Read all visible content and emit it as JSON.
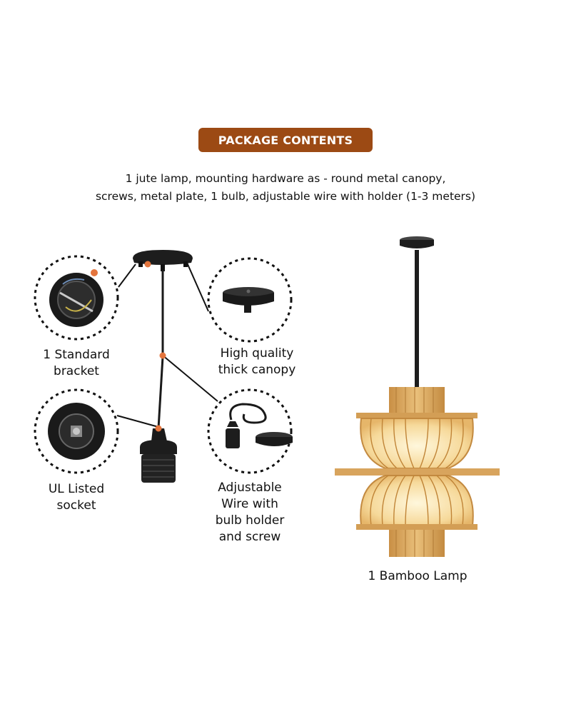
{
  "header": {
    "title": "PACKAGE CONTENTS"
  },
  "description": {
    "line1": "1 jute lamp, mounting hardware as - round metal canopy,",
    "line2": "screws, metal plate, 1 bulb, adjustable wire with holder (1-3 meters)"
  },
  "items": {
    "bracket": {
      "line1": "1 Standard",
      "line2": "bracket"
    },
    "canopy": {
      "line1": "High quality",
      "line2": "thick canopy"
    },
    "socket": {
      "line1": "UL Listed",
      "line2": "socket"
    },
    "wire": {
      "line1": "Adjustable",
      "line2": "Wire with",
      "line3": "bulb holder",
      "line4": "and screw"
    },
    "lamp": {
      "label": "1 Bamboo Lamp"
    }
  },
  "colors": {
    "badge": "#9c4a14",
    "marker": "#e4753d",
    "bamboo": "#d9a65a",
    "bamboo_dark": "#b87e35",
    "glow": "#fbe7b8",
    "metal": "#1d1d1d"
  }
}
